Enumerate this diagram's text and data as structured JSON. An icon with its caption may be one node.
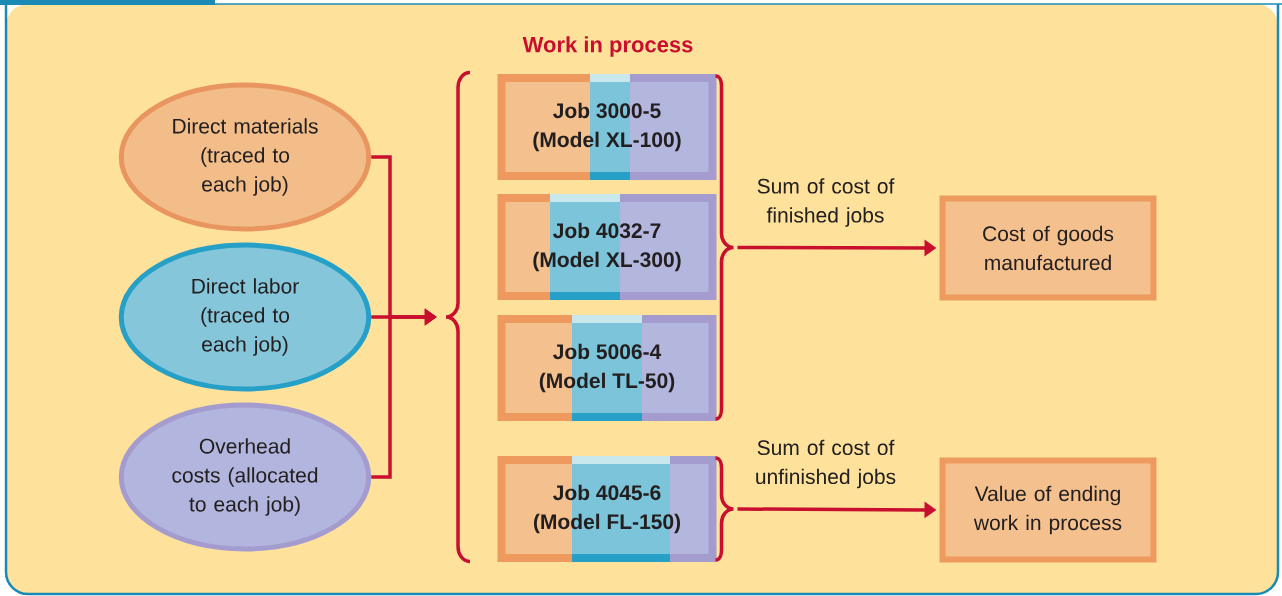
{
  "diagram": {
    "nodes": [
      {
        "text": [
          "Direct materials (traced to each job)"
        ]
      },
      {
        "text": [
          "Direct labor (traced to each job)"
        ]
      },
      {
        "text": [
          "Overhead costs (allocated to each job)"
        ]
      },
      {
        "text": [
          "Work in process"
        ]
      },
      {
        "text": [
          "Job 3000-5",
          "(Model XL-100)"
        ],
        "in": 3
      },
      {
        "text": [
          "Job 4032-7",
          "(Model XL-300)"
        ],
        "in": 3
      },
      {
        "text": [
          "Job 5006-4",
          "(Model TL-50)"
        ],
        "in": 3
      },
      {
        "text": [
          "Job 4045-6",
          "(Model FL-150)"
        ],
        "in": 3
      },
      {
        "text": [
          "Cost of goods manufactured"
        ]
      },
      {
        "text": [
          "Value of ending work in process"
        ]
      }
    ],
    "edges": [
      {
        "from": 0,
        "to": 3,
        "arrow": "to"
      },
      {
        "from": 1,
        "to": 3,
        "arrow": "to"
      },
      {
        "from": 2,
        "to": 3,
        "arrow": "to"
      },
      {
        "from": 4,
        "to": 8,
        "arrow": "to"
      },
      {
        "from": 5,
        "to": 8,
        "arrow": "to",
        "label": "Sum of cost of finished jobs"
      },
      {
        "from": 6,
        "to": 8,
        "arrow": "to"
      },
      {
        "from": 7,
        "to": 9,
        "arrow": "to",
        "label": "Sum of cost of unfinished jobs"
      }
    ]
  }
}
